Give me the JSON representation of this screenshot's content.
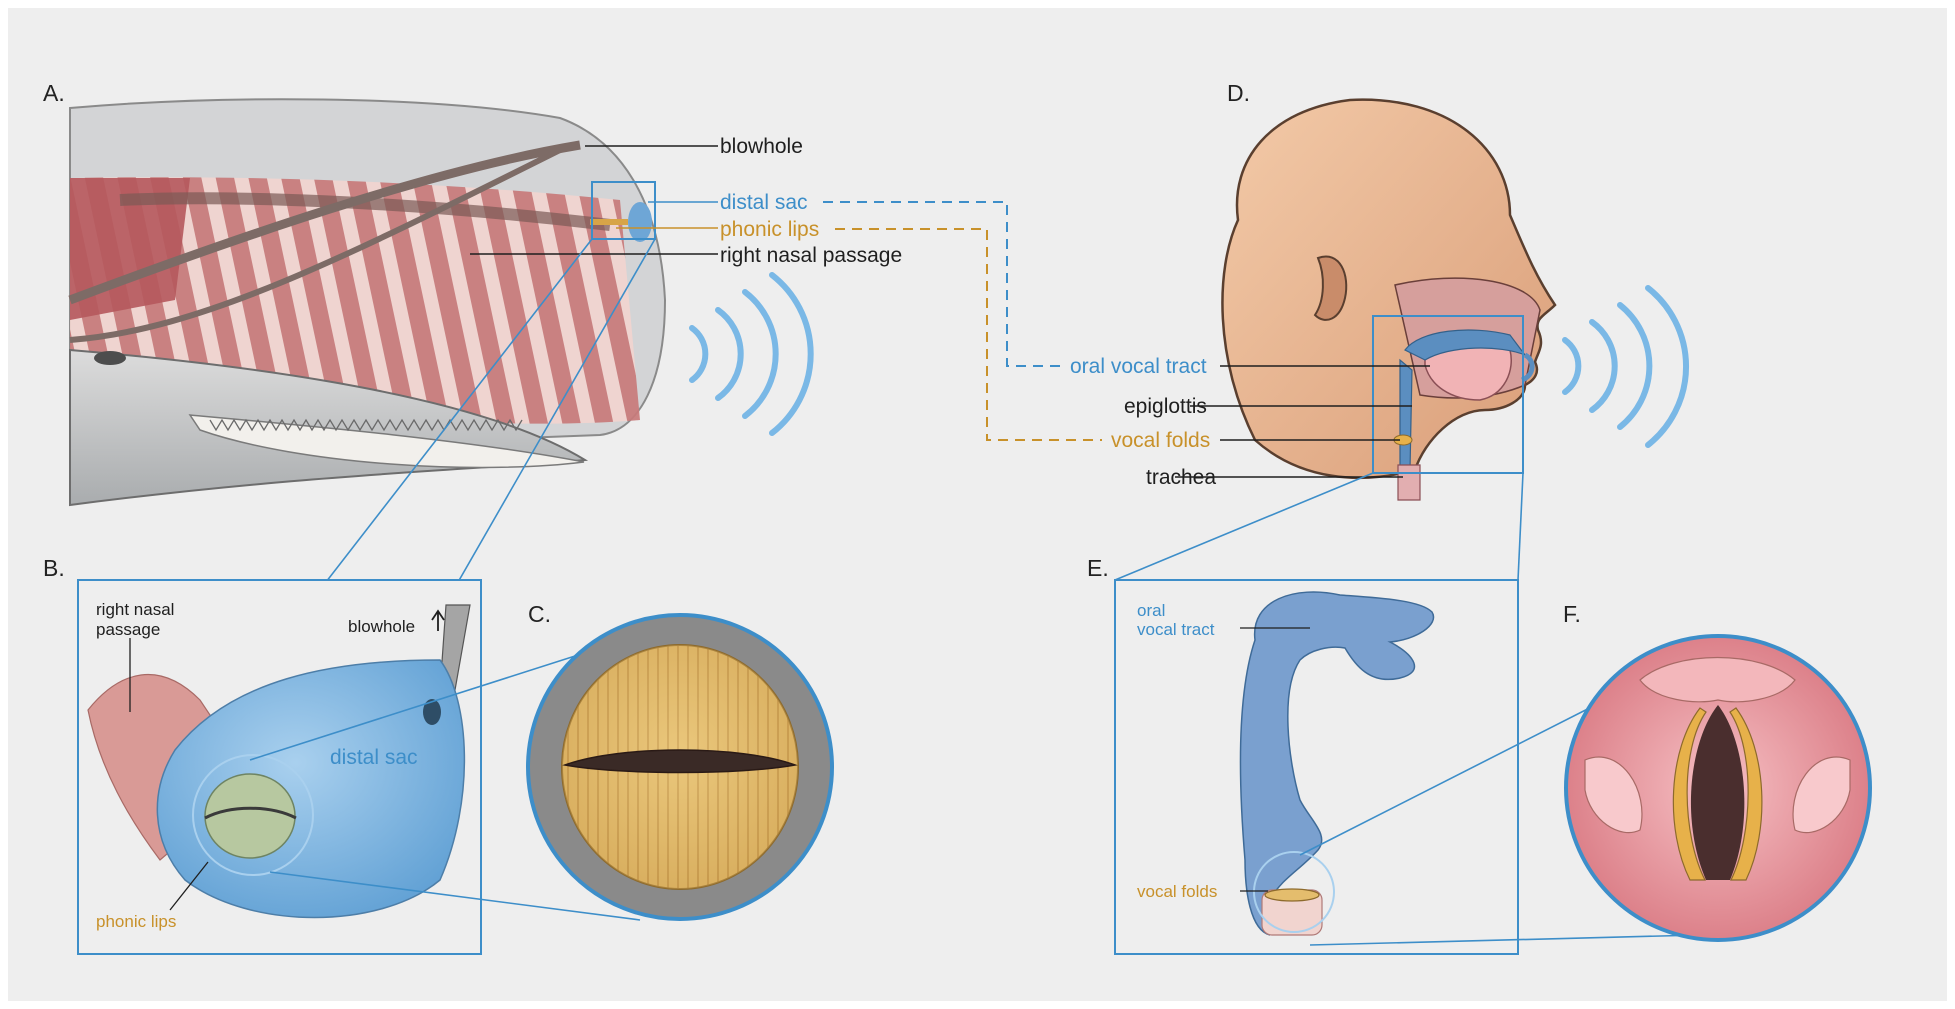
{
  "panels": {
    "a": "A.",
    "b": "B.",
    "c": "C.",
    "d": "D.",
    "e": "E.",
    "f": "F."
  },
  "whale_labels": {
    "blowhole": "blowhole",
    "distal_sac": "distal sac",
    "phonic_lips": "phonic lips",
    "right_nasal_passage": "right nasal passage"
  },
  "detail_b_labels": {
    "right_nasal_passage_line1": "right nasal",
    "right_nasal_passage_line2": "passage",
    "blowhole": "blowhole",
    "distal_sac": "distal sac",
    "phonic_lips": "phonic lips"
  },
  "human_labels": {
    "oral_vocal_tract": "oral vocal tract",
    "epiglottis": "epiglottis",
    "vocal_folds": "vocal folds",
    "trachea": "trachea"
  },
  "detail_e_labels": {
    "oral_line1": "oral",
    "oral_line2": "vocal tract",
    "vocal_folds": "vocal folds"
  },
  "colors": {
    "background": "#eeeeee",
    "callout_blue": "#3d8ec9",
    "callout_orange": "#c8912a",
    "sound_waves": "#7ab8e6",
    "label_dark": "#1f1f1f"
  }
}
